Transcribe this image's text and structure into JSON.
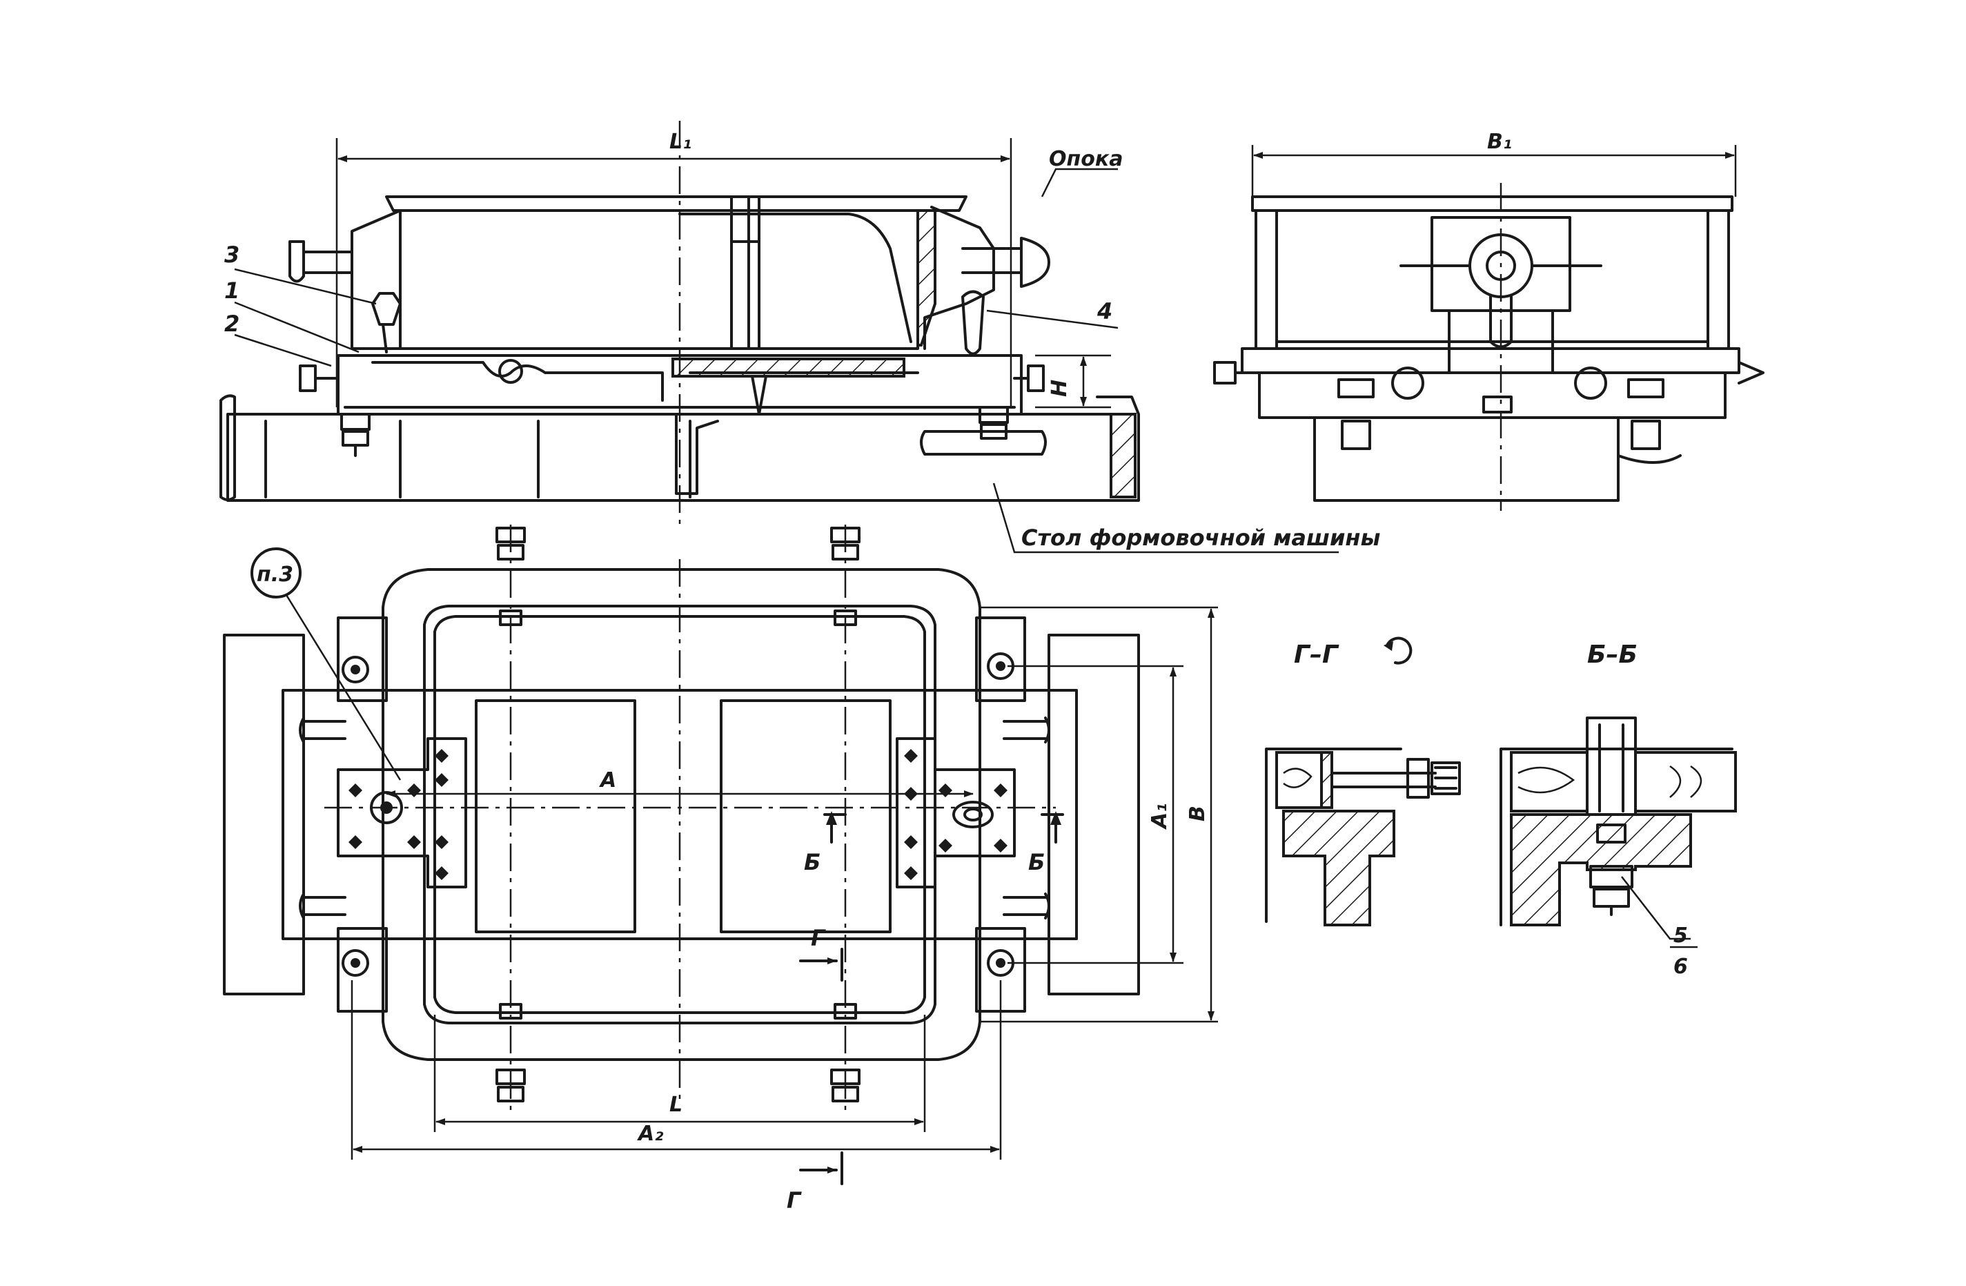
{
  "labels": {
    "dim_L1": "L₁",
    "dim_B1": "B₁",
    "dim_H": "H",
    "dim_A": "A",
    "dim_A1": "A₁",
    "dim_B": "B",
    "dim_L": "L",
    "dim_A2": "A₂",
    "opoka": "Опока",
    "table": "Стол формовочной машины",
    "callout_p3": "п.3",
    "part_1": "1",
    "part_2": "2",
    "part_3": "3",
    "part_4": "4",
    "part_5": "5",
    "part_6": "6",
    "section_GG": "Г–Г",
    "section_BB": "Б–Б",
    "cut_B_left": "Б",
    "cut_B_right": "Б",
    "cut_G_top": "Г",
    "cut_G_bottom": "Г"
  },
  "colors": {
    "ink": "#1a1a1a",
    "paper": "#ffffff"
  }
}
